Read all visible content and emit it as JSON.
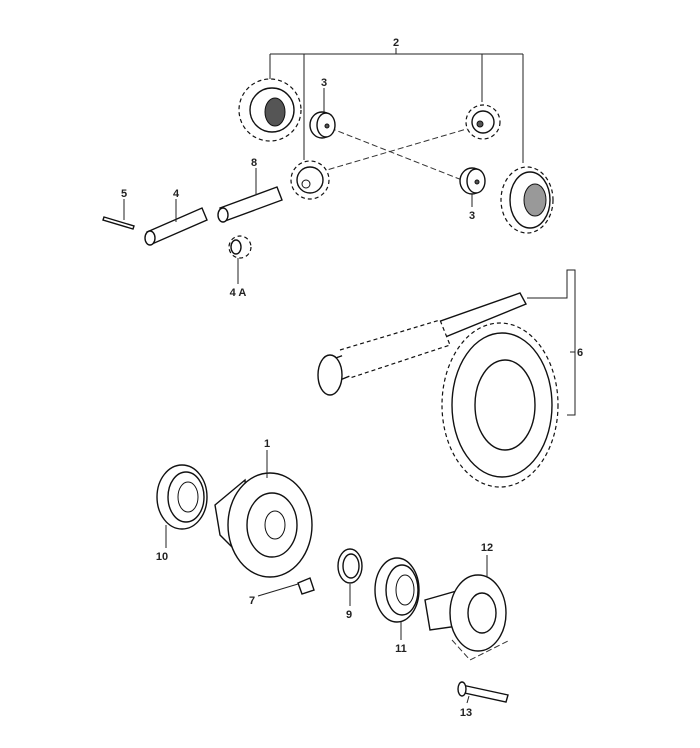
{
  "diagram": {
    "callouts": {
      "c2": "2",
      "c3a": "3",
      "c3b": "3",
      "c8": "8",
      "c5": "5",
      "c4": "4",
      "c4a": "4 A",
      "c6": "6",
      "c1": "1",
      "c10": "10",
      "c7": "7",
      "c9": "9",
      "c11": "11",
      "c12": "12",
      "c13": "13"
    }
  }
}
